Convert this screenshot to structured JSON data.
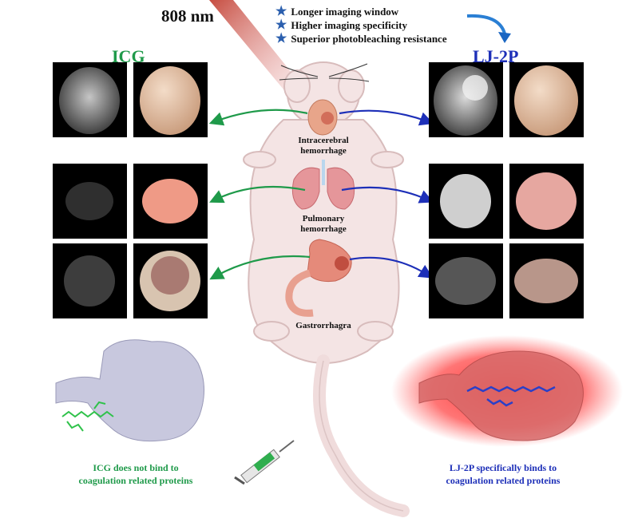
{
  "wavelength_label": "808 nm",
  "features": [
    {
      "icon": "star-icon",
      "text": "Longer imaging window"
    },
    {
      "icon": "star-icon",
      "text": "Higher imaging specificity"
    },
    {
      "icon": "star-icon",
      "text": "Superior photobleaching resistance"
    }
  ],
  "probes": {
    "left": {
      "name": "ICG",
      "color": "#1f9a4a"
    },
    "right": {
      "name": "LJ-2P",
      "color": "#1d2fb8"
    }
  },
  "organs": [
    {
      "label_line1": "Intracerebral",
      "label_line2": "hemorrhage"
    },
    {
      "label_line1": "Pulmonary",
      "label_line2": "hemorrhage"
    },
    {
      "label_line1": "Gastrorrhagra",
      "label_line2": ""
    }
  ],
  "captions": {
    "left_line1": "ICG does not bind to",
    "left_line2": "coagulation related proteins",
    "right_line1": "LJ-2P  specifically binds to",
    "right_line2": "coagulation related proteins"
  }
}
